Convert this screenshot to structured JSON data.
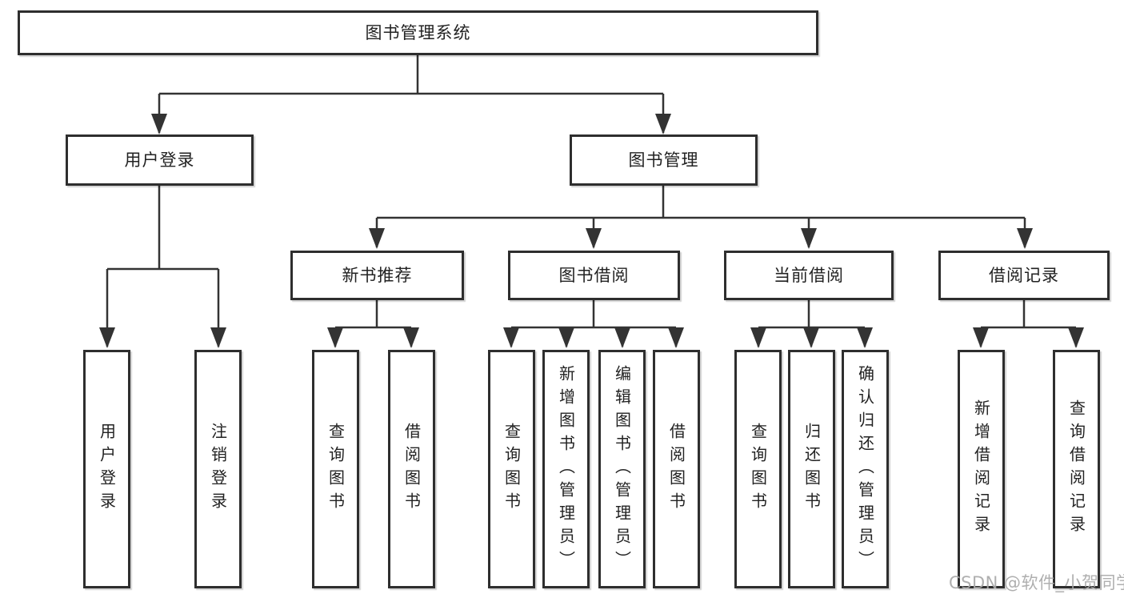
{
  "colors": {
    "background": "#ffffff",
    "connector_line": "#333333",
    "box_border": "#2e2e2e",
    "box_fill": "#ffffff",
    "text": "#222222",
    "watermark": "#a8a8a8"
  },
  "watermark": {
    "text": "CSDN @软件_小贺同学"
  },
  "tree": {
    "root": {
      "label": "图书管理系统"
    },
    "level2": [
      {
        "label": "用户登录",
        "children": [
          {
            "label": "用户登录"
          },
          {
            "label": "注销登录"
          }
        ]
      },
      {
        "label": "图书管理",
        "children": [
          {
            "label": "新书推荐",
            "children": [
              {
                "label": "查询图书"
              },
              {
                "label": "借阅图书"
              }
            ]
          },
          {
            "label": "图书借阅",
            "children": [
              {
                "label": "查询图书"
              },
              {
                "label": "新增图书（管理员）"
              },
              {
                "label": "编辑图书（管理员）"
              },
              {
                "label": "借阅图书"
              }
            ]
          },
          {
            "label": "当前借阅",
            "children": [
              {
                "label": "查询图书"
              },
              {
                "label": "归还图书"
              },
              {
                "label": "确认归还（管理员）"
              }
            ]
          },
          {
            "label": "借阅记录",
            "children": [
              {
                "label": "新增借阅记录"
              },
              {
                "label": "查询借阅记录"
              }
            ]
          }
        ]
      }
    ]
  }
}
